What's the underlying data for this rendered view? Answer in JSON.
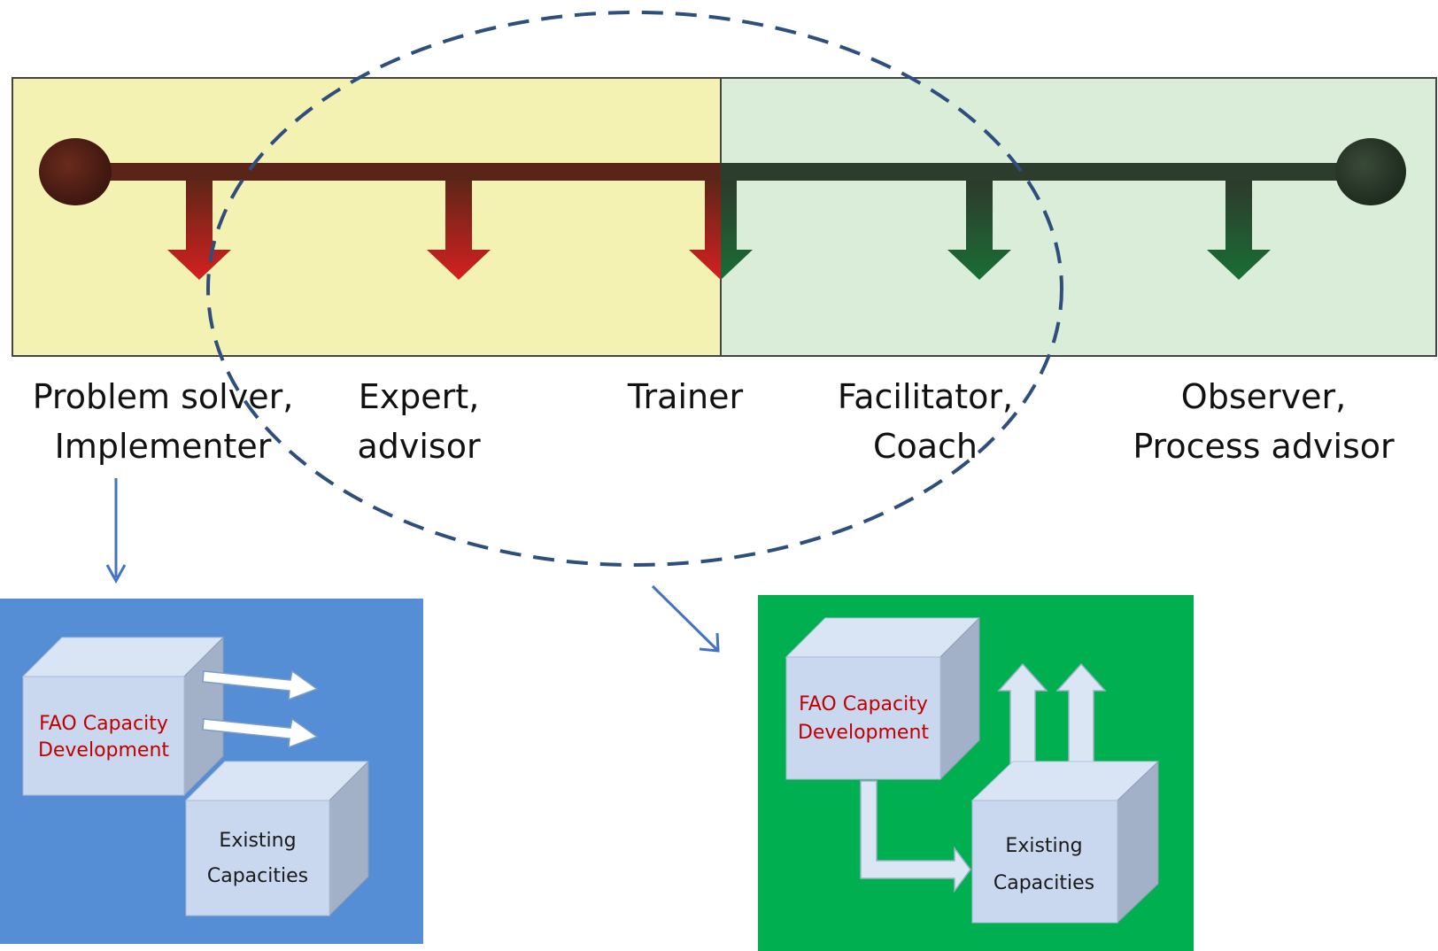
{
  "spectrum": {
    "colors": {
      "left_panel": "#F3F2B2",
      "right_panel": "#DAEDD9",
      "red_line": "#5a2418",
      "green_line": "#2c3d2d",
      "red_arrow_tip": "#cf1f1f",
      "green_arrow_tip": "#1f6b36",
      "ellipse": "#2E4E7E"
    },
    "roles": [
      {
        "line1": "Problem solver,",
        "line2": "Implementer"
      },
      {
        "line1": "Expert,",
        "line2": "advisor"
      },
      {
        "line1": "Trainer",
        "line2": ""
      },
      {
        "line1": "Facilitator,",
        "line2": "Coach"
      },
      {
        "line1": "Observer,",
        "line2": "Process advisor"
      }
    ]
  },
  "left_diagram": {
    "background": "#558ED5",
    "fao_cube": {
      "line1": "FAO Capacity",
      "line2": "Development",
      "text_color": "#C00000"
    },
    "existing_cube": {
      "line1": "Existing",
      "line2": "Capacities",
      "text_color": "#1a1a1a"
    }
  },
  "right_diagram": {
    "background": "#00B050",
    "fao_cube": {
      "line1": "FAO Capacity",
      "line2": "Development",
      "text_color": "#C00000"
    },
    "existing_cube": {
      "line1": "Existing",
      "line2": "Capacities",
      "text_color": "#1a1a1a"
    }
  }
}
